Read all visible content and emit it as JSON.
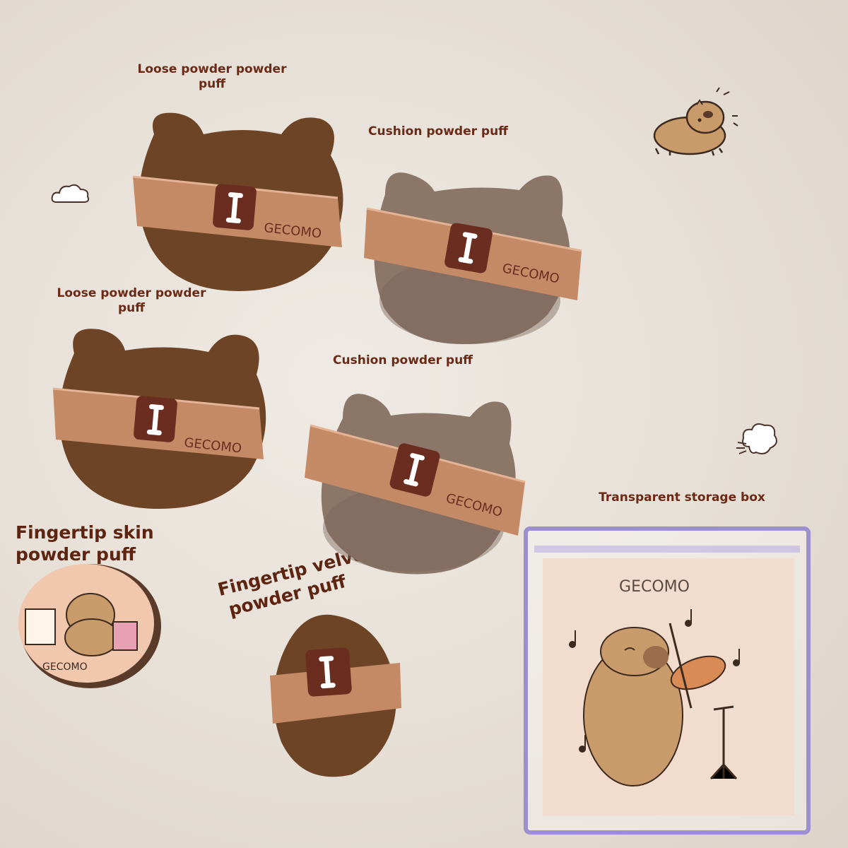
{
  "labels": {
    "loose_puff_1": "Loose powder powder puff",
    "cushion_puff_1": "Cushion powder puff",
    "loose_puff_2": "Loose powder powder puff",
    "cushion_puff_2": "Cushion powder puff",
    "transparent_box": "Transparent storage box",
    "fingertip_skin_line1": "Fingertip skin",
    "fingertip_skin_line2": "powder puff",
    "fingertip_velvet_line1": "Fingertip velvet",
    "fingertip_velvet_line2": "powder puff"
  },
  "brand": "GECOMO",
  "colors": {
    "background": "#e8e2da",
    "label_text": "#6b2a16",
    "velvet_puff": "#6e4426",
    "cushion_puff": "#8b7668",
    "ribbon": "#c48a66",
    "emblem": "#6a2d1f",
    "box_edge": "#9b8fd0",
    "box_card": "#f1dccd"
  },
  "icons": [
    "cloud-icon",
    "capybara-sticker-icon",
    "steam-puff-icon",
    "music-note-icon"
  ]
}
